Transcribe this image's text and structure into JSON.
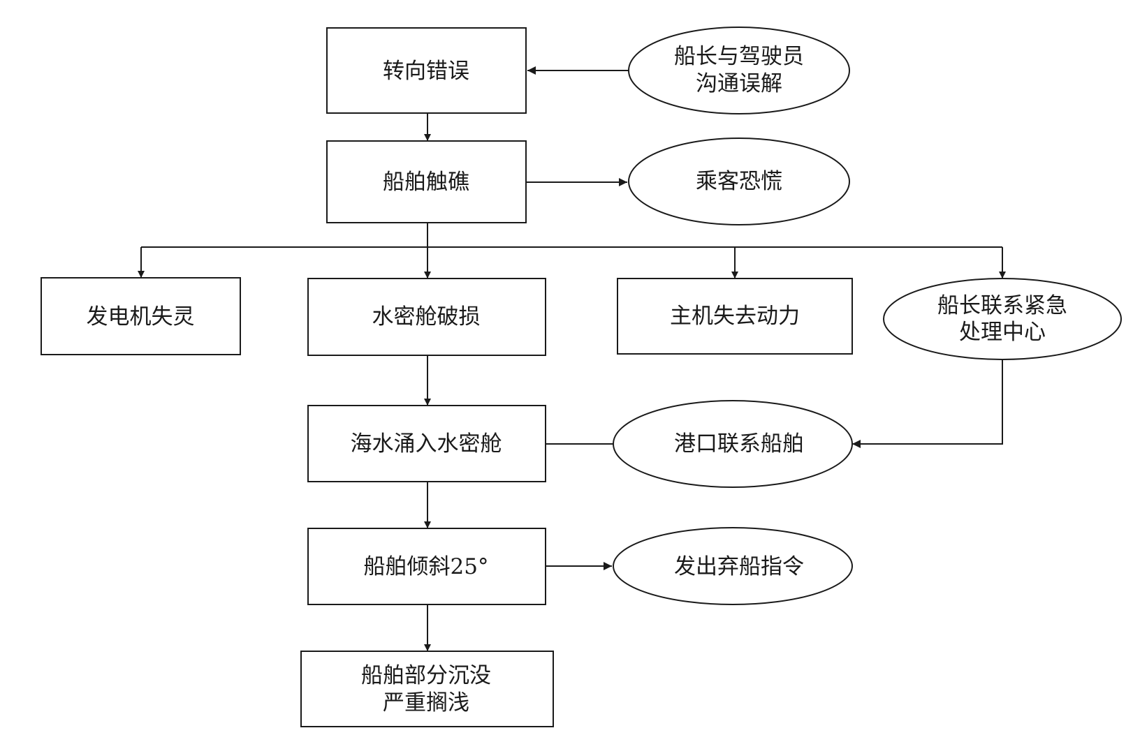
{
  "diagram": {
    "nodes": {
      "steering_error": {
        "lines": [
          "转向错误"
        ]
      },
      "misunderstanding": {
        "lines": [
          "船长与驾驶员",
          "沟通误解"
        ]
      },
      "grounding": {
        "lines": [
          "船舶触礁"
        ]
      },
      "passenger_panic": {
        "lines": [
          "乘客恐慌"
        ]
      },
      "generator_failure": {
        "lines": [
          "发电机失灵"
        ]
      },
      "watertight_damage": {
        "lines": [
          "水密舱破损"
        ]
      },
      "main_engine_loss": {
        "lines": [
          "主机失去动力"
        ]
      },
      "captain_contacts_center": {
        "lines": [
          "船长联系紧急",
          "处理中心"
        ]
      },
      "seawater_inflow": {
        "lines": [
          "海水涌入水密舱"
        ]
      },
      "port_contacts_ship": {
        "lines": [
          "港口联系船舶"
        ]
      },
      "ship_tilt": {
        "lines": [
          "船舶倾斜25°"
        ]
      },
      "abandon_order": {
        "lines": [
          "发出弃船指令"
        ]
      },
      "partial_sinking": {
        "lines": [
          "船舶部分沉没",
          "严重搁浅"
        ]
      }
    }
  },
  "colors": {
    "stroke": "#1a1a1a",
    "background": "#ffffff"
  }
}
